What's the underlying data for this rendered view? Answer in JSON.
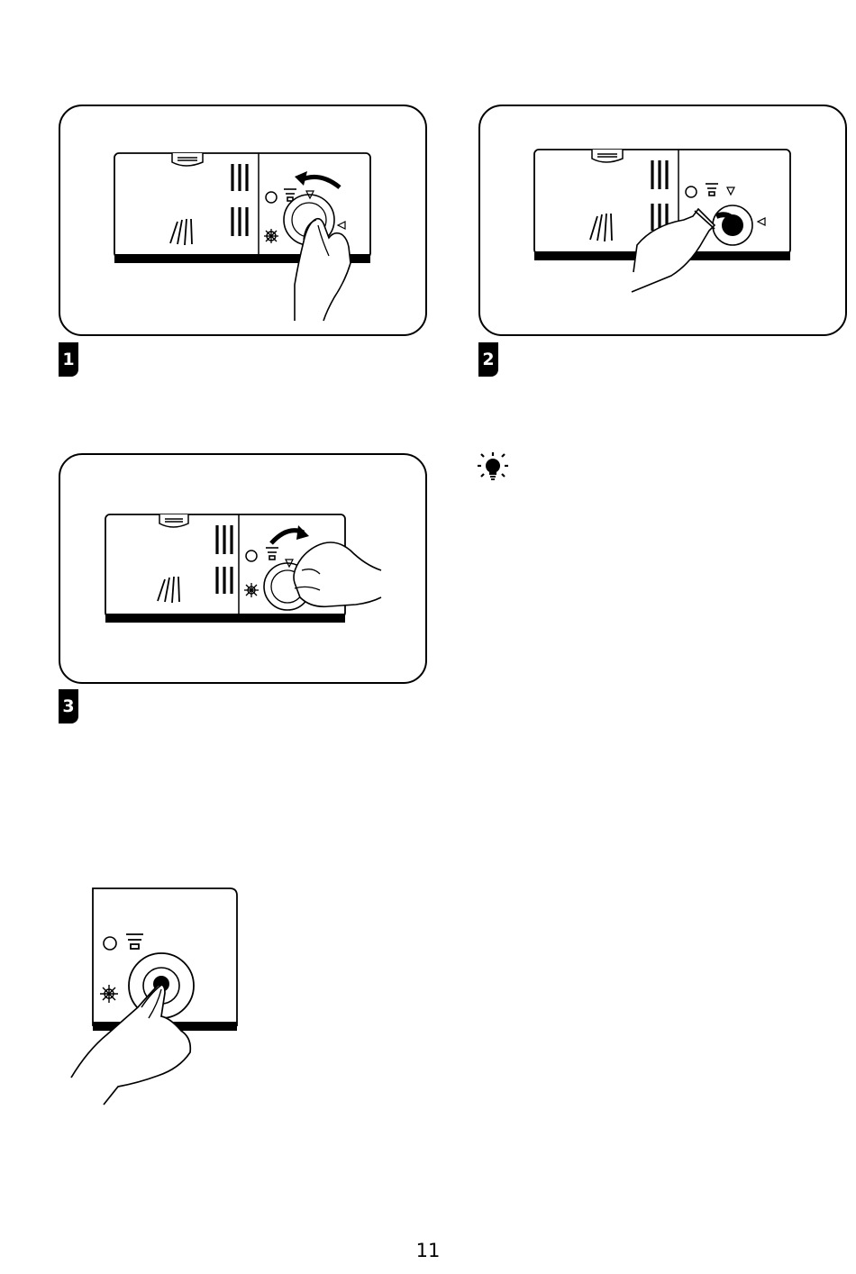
{
  "steps": [
    {
      "number": "1"
    },
    {
      "number": "2"
    },
    {
      "number": "3"
    }
  ],
  "icons": {
    "tip": "lightbulb-icon",
    "empty": "circle-empty-icon",
    "level": "level-bars-icon",
    "fill": "sun-icon"
  },
  "page_number": "11"
}
